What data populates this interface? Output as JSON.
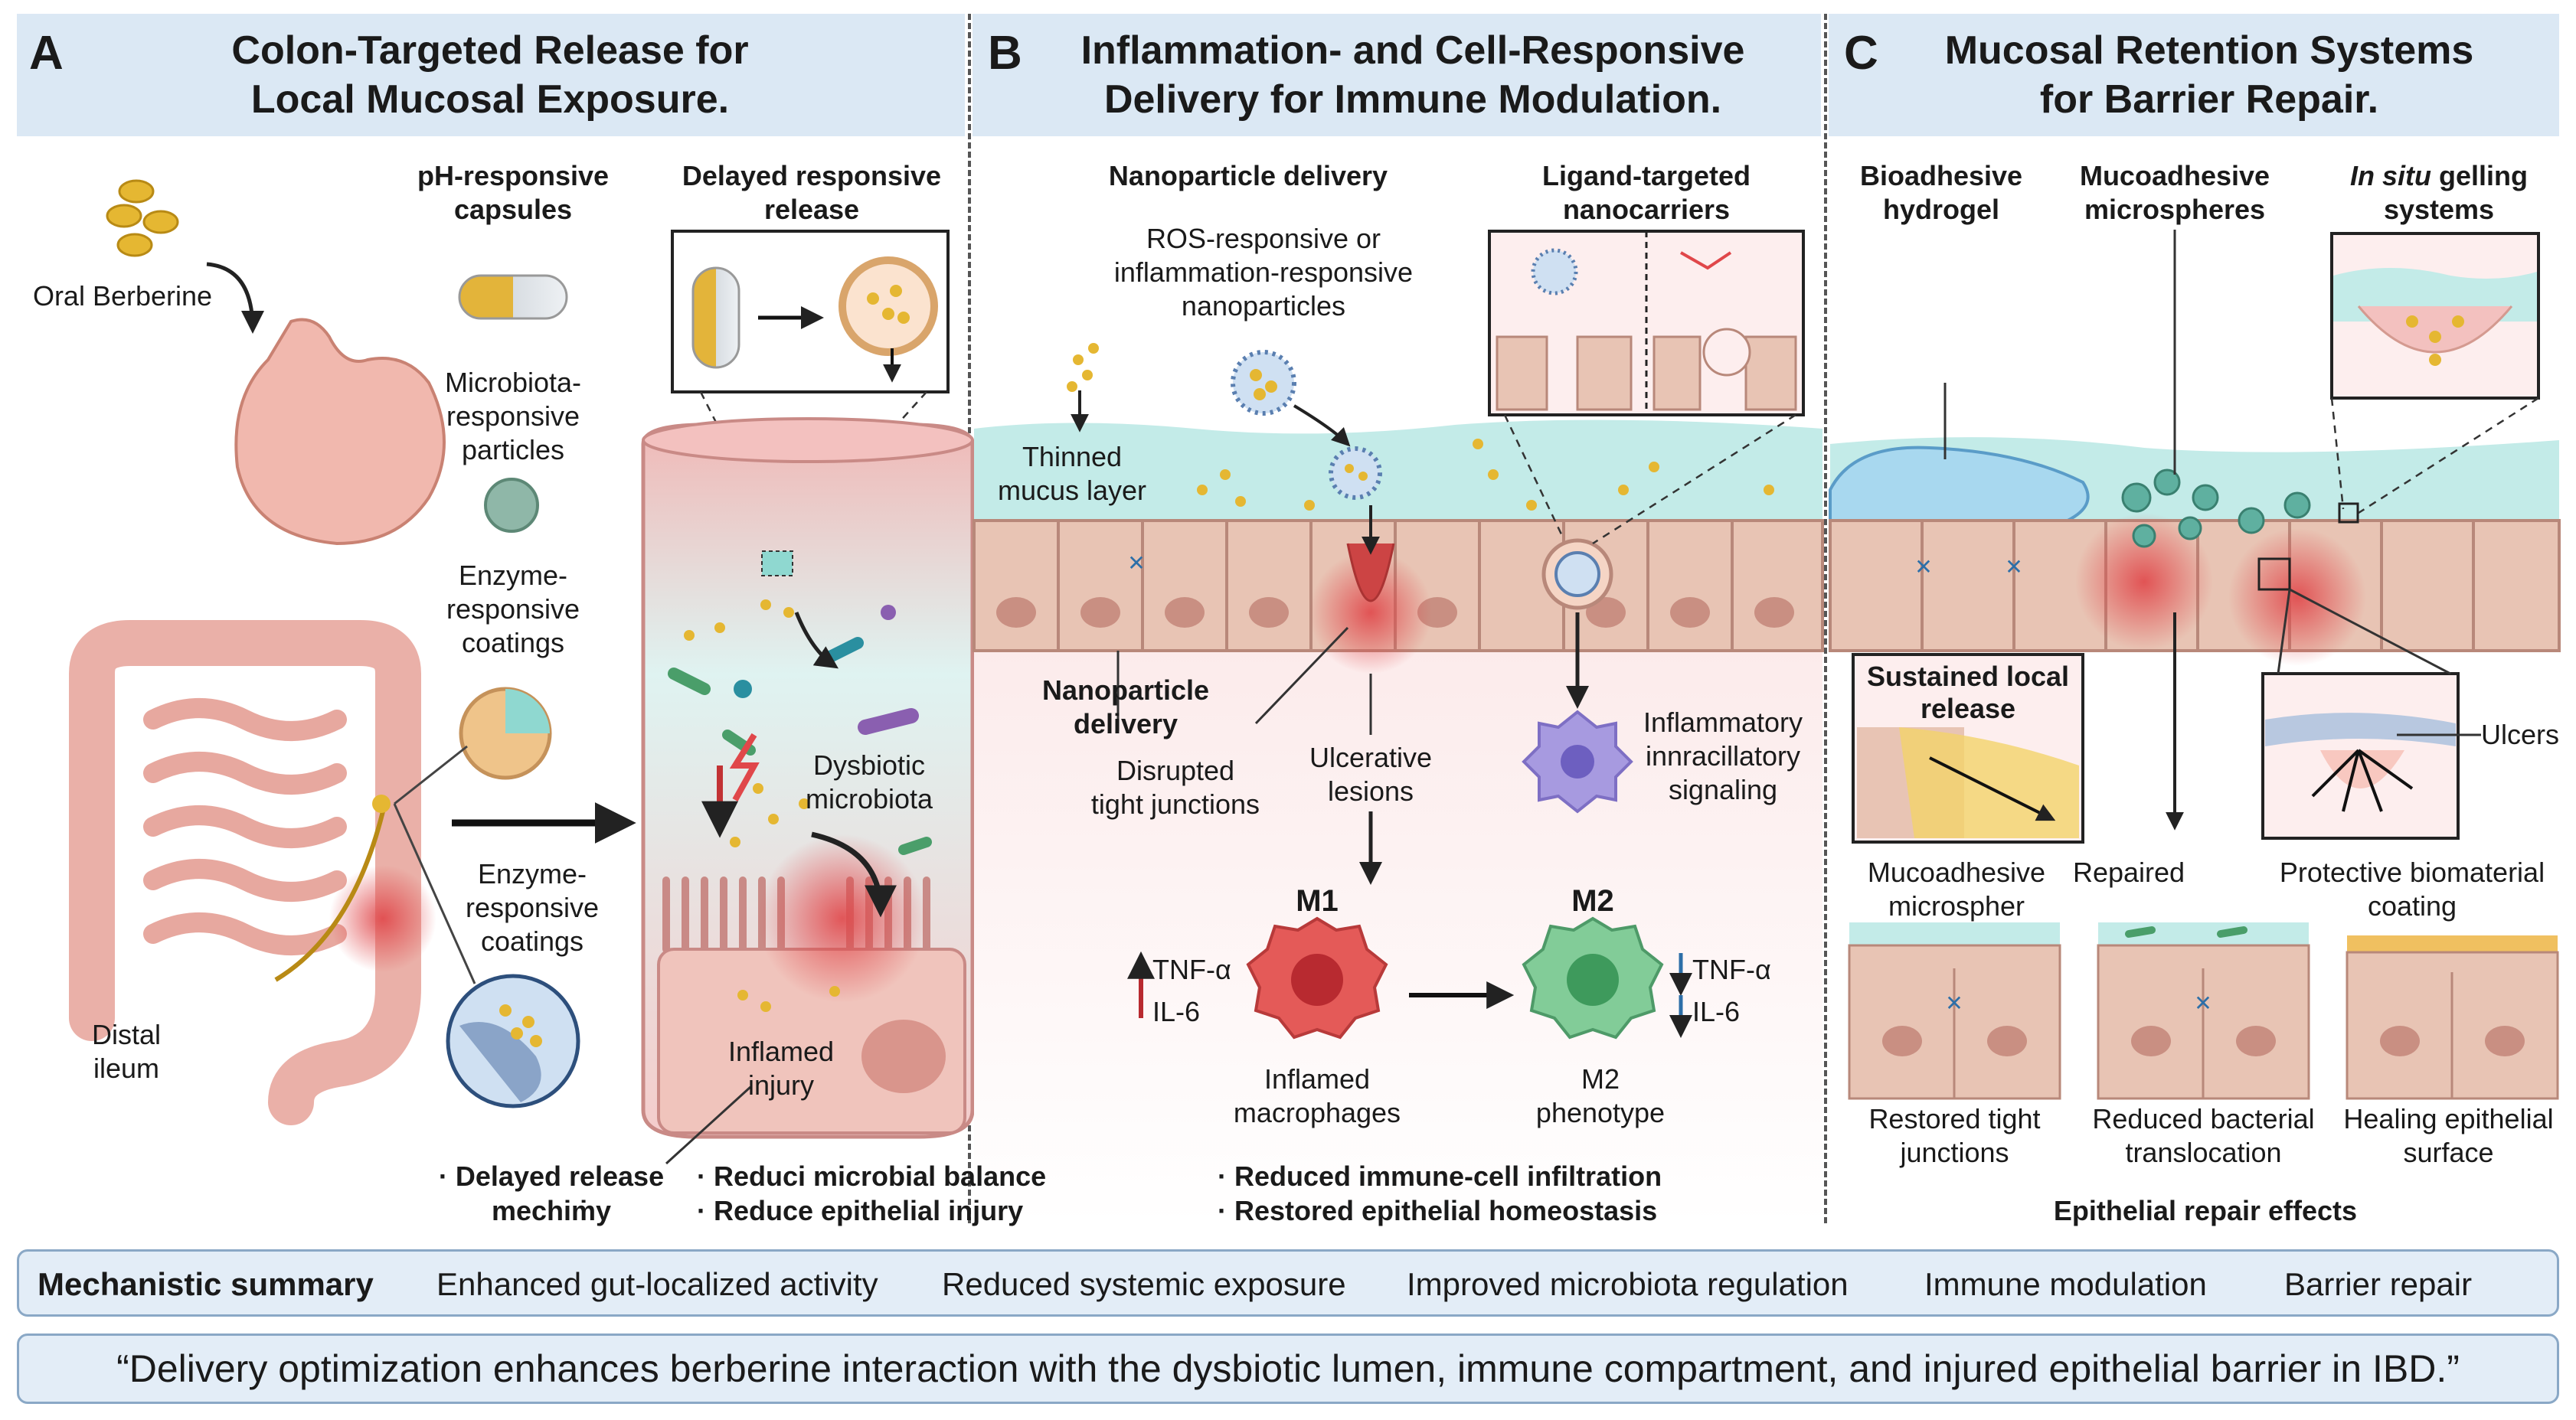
{
  "panels": {
    "a": {
      "letter": "A",
      "title_line1": "Colon-Targeted Release for",
      "title_line2": "Local Mucosal Exposure.",
      "oral_berberine": "Oral Berberine",
      "distal_ileum_1": "Distal",
      "distal_ileum_2": "ileum",
      "ph_capsules_1": "pH-responsive",
      "ph_capsules_2": "capsules",
      "microbiota_particles_1": "Microbiota-",
      "microbiota_particles_2": "responsive",
      "microbiota_particles_3": "particles",
      "enzyme_coatings_a_1": "Enzyme-",
      "enzyme_coatings_a_2": "responsive",
      "enzyme_coatings_a_3": "coatings",
      "enzyme_coatings_b_1": "Enzyme-",
      "enzyme_coatings_b_2": "responsive",
      "enzyme_coatings_b_3": "coatings",
      "delayed_release_1": "Delayed responsive",
      "delayed_release_2": "release",
      "dysbiotic_1": "Dysbiotic",
      "dysbiotic_2": "microbiota",
      "inflamed_1": "Inflamed",
      "inflamed_2": "injury",
      "bullet1_1": "· Delayed release",
      "bullet1_2": "mechiṁy",
      "bullet2": "· Reduci microbial balance",
      "bullet3": "· Reduce epithelial injury"
    },
    "b": {
      "letter": "B",
      "title_line1": "Inflammation- and Cell-Responsive",
      "title_line2": "Delivery for Immune Modulation.",
      "nano_delivery": "Nanoparticle delivery",
      "ros_1": "ROS-responsive or",
      "ros_2": "inflammation-responsive",
      "ros_3": "nanoparticles",
      "ligand_1": "Ligand-targeted",
      "ligand_2": "nanocarriers",
      "thinned_1": "Thinned",
      "thinned_2": "mucus layer",
      "nano_delivery2_1": "Nanoparticle",
      "nano_delivery2_2": "delivery",
      "disrupted_1": "Disrupted",
      "disrupted_2": "tight junctions",
      "ulcer_1": "Ulcerative",
      "ulcer_2": "lesions",
      "inflam_signal_1": "Inflammatory",
      "inflam_signal_2": "innracillatory",
      "inflam_signal_3": "signaling",
      "m1": "M1",
      "m2": "M2",
      "tnf_up": "TNF-α",
      "il6_up": "IL-6",
      "tnf_down": "TNF-α",
      "il6_down": "IL-6",
      "macro_1": "Inflamed",
      "macro_2": "macrophages",
      "m2_1": "M2",
      "m2_2": "phenotype",
      "bullet1": "· Reduced immune-cell infiltration",
      "bullet2": "· Restored epithelial homeostasis"
    },
    "c": {
      "letter": "C",
      "title_line1": "Mucosal Retention Systems",
      "title_line2": "for Barrier Repair.",
      "bio_1": "Bioadhesive",
      "bio_2": "hydrogel",
      "muco_1": "Mucoadhesive",
      "muco_2": "microspheres",
      "insitu_1": "In situ",
      "insitu_1b": " gelling",
      "insitu_2": "systems",
      "sustained_1": "Sustained local",
      "sustained_2": "release",
      "ulcers": "Ulcers",
      "muco_sph_1": "Mucoadhesive",
      "muco_sph_2": "microspher",
      "repaired": "Repaired",
      "protective_1": "Protective biomaterial",
      "protective_2": "coating",
      "restored_1": "Restored tight",
      "restored_2": "junctions",
      "reduced_1": "Reduced bacterial",
      "reduced_2": "translocation",
      "healing_1": "Healing epithelial",
      "healing_2": "surface",
      "repair_effects": "Epithelial repair effects"
    }
  },
  "summary": {
    "label": "Mechanistic summary",
    "items": [
      "Enhanced gut-localized activity",
      "Reduced systemic exposure",
      "Improved microbiota regulation",
      "Immune modulation",
      "Barrier repair"
    ]
  },
  "quote": "“Delivery optimization enhances berberine interaction with the dysbiotic lumen, immune compartment, and injured epithelial barrier in IBD.”",
  "colors": {
    "header_bg": "#dbe8f4",
    "tissue": "#e8c4b4",
    "mucus": "#b9e6e4",
    "inflamed": "#e0474a",
    "particle": "#e5b732",
    "m1": "#e0474a",
    "m2": "#6fc08a"
  }
}
